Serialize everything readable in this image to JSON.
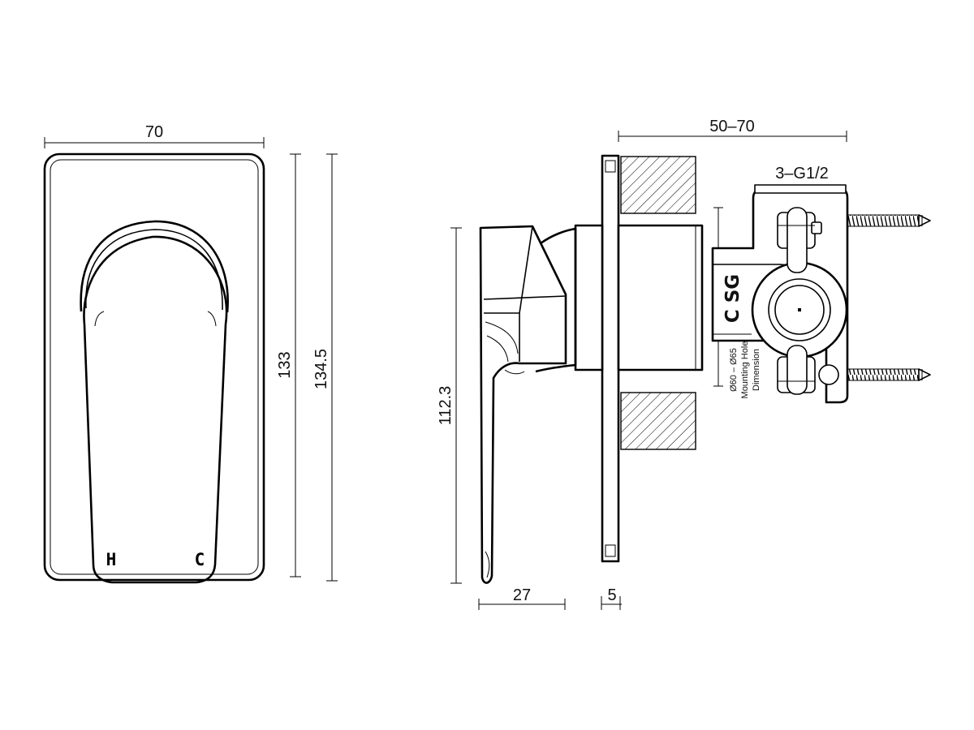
{
  "front_view": {
    "width_dim": "70",
    "height_dim_inner": "133",
    "height_dim_outer": "134.5",
    "hot_label": "H",
    "cold_label": "C"
  },
  "side_view": {
    "depth_range_dim": "50–70",
    "connections_label": "3–G1/2",
    "lever_height_dim": "112.3",
    "lever_depth_dim": "27",
    "plate_thickness_dim": "5",
    "brand_mark": "C SG",
    "mounting_hole_range": "Ø60 – Ø65",
    "mounting_hole_caption_1": "Mounting Hole",
    "mounting_hole_caption_2": "Dimension"
  }
}
